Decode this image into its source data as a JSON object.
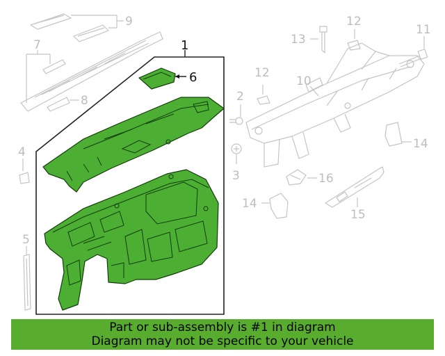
{
  "callouts": {
    "c1": "1",
    "c2": "2",
    "c3": "3",
    "c4": "4",
    "c5": "5",
    "c6": "6",
    "c7": "7",
    "c8": "8",
    "c9": "9",
    "c10": "10",
    "c11": "11",
    "c12a": "12",
    "c12b": "12",
    "c13": "13",
    "c14a": "14",
    "c14b": "14",
    "c15": "15",
    "c16": "16"
  },
  "colors": {
    "highlight": "#4caf34",
    "banner": "#58ad2f",
    "ghost": "#c4c4c4"
  },
  "banner": {
    "line1": "Part or sub-assembly is #1 in diagram",
    "line2": "Diagram may not be specific to your vehicle"
  }
}
